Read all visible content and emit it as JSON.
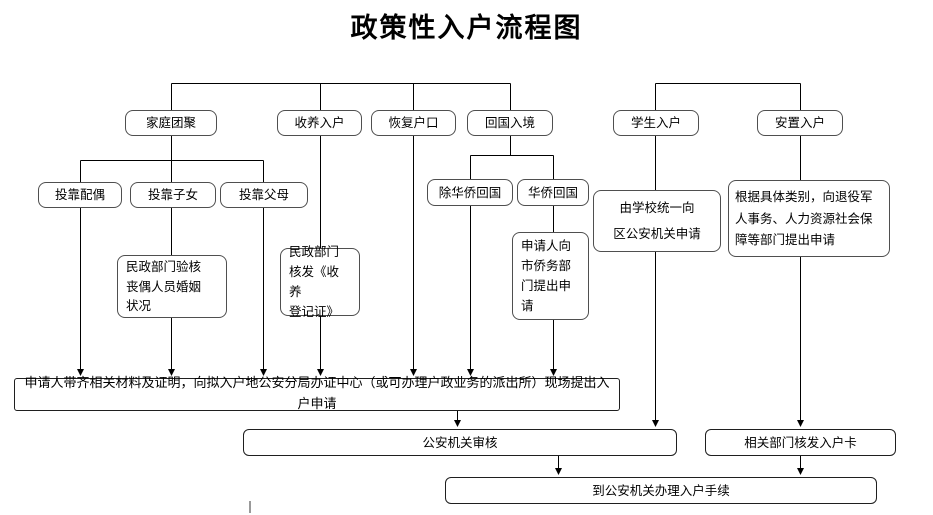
{
  "title": "政策性入户流程图",
  "nodes": {
    "family_reunion": "家庭团聚",
    "adoption": "收养入户",
    "restore_hukou": "恢复户口",
    "return_entry": "回国入境",
    "student_entry": "学生入户",
    "resettle_entry": "安置入户",
    "join_spouse": "投靠配偶",
    "join_children": "投靠子女",
    "join_parents": "投靠父母",
    "non_overseas_return": "除华侨回国",
    "overseas_return": "华侨回国",
    "civil_verify": "民政部门验核\n丧偶人员婚姻\n状况",
    "civil_adopt_cert": "民政部门\n核发《收养\n登记证》",
    "overseas_office_apply": "申请人向\n市侨务部\n门提出申\n请",
    "school_apply": "由学校统一向\n区公安机关申请",
    "veteran_apply": "根据具体类别，向退役军\n人事务、人力资源社会保\n障等部门提出申请",
    "main_apply": "申请人带齐相关材料及证明，向拟入户地公安分局办证中心（或可办理户政业务的派出所）现场提出入户申请",
    "police_review": "公安机关审核",
    "card_issue": "相关部门核发入户卡",
    "final_procedure": "到公安机关办理入户手续"
  }
}
